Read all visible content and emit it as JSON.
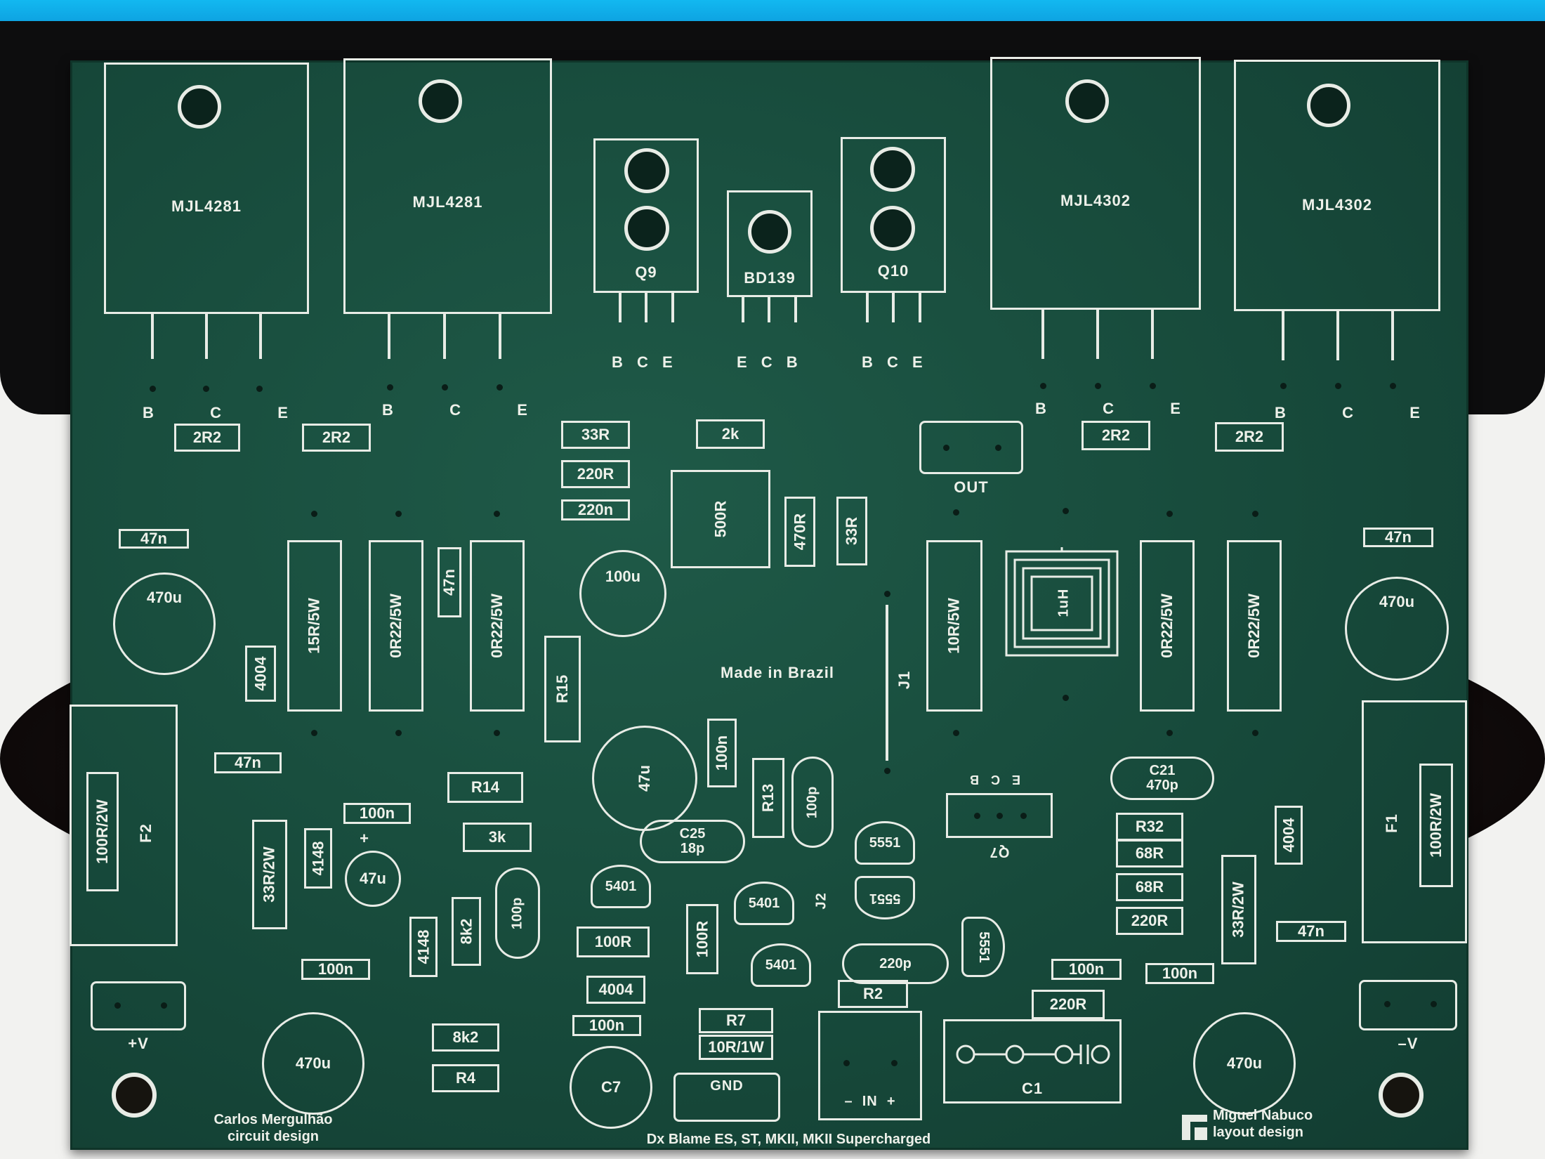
{
  "transistors_large": [
    {
      "part": "MJL4281",
      "pins": "B  C  E"
    },
    {
      "part": "MJL4281",
      "pins": "B  C  E"
    },
    {
      "part": "MJL4302",
      "pins": "B  C  E"
    },
    {
      "part": "MJL4302",
      "pins": "B  C  E"
    }
  ],
  "transistors_small": [
    {
      "ref": "Q9",
      "pins": "B C E"
    },
    {
      "ref": "BD139",
      "pins": "E C B"
    },
    {
      "ref": "Q10",
      "pins": "B C E"
    }
  ],
  "resistors": {
    "r2r2_a": "2R2",
    "r2r2_b": "2R2",
    "r2r2_c": "2R2",
    "r2r2_d": "2R2",
    "r33r_top": "33R",
    "r220r_top": "220R",
    "r2k": "2k",
    "r470r": "470R",
    "r33r_v": "33R",
    "r15r5w": "15R/5W",
    "r0r22_a": "0R22/5W",
    "r0r22_b": "0R22/5W",
    "r10r5w": "10R/5W",
    "r0r22_c": "0R22/5W",
    "r0r22_d": "0R22/5W",
    "r15": "R15",
    "r14": "R14",
    "r3k": "3k",
    "r13": "R13",
    "r100r2w_l": "100R/2W",
    "r100r2w_r": "100R/2W",
    "r33r2w_l": "33R/2W",
    "r33r2w_r": "33R/2W",
    "r8k2_v": "8k2",
    "r100r_h": "100R",
    "r100r_v": "100R",
    "r7": "R7",
    "r10r1w": "10R/1W",
    "r2": "R2",
    "r8k2_h": "8k2",
    "r4": "R4",
    "r32": "R32",
    "r68r_a": "68R",
    "r68r_b": "68R",
    "r220r_a": "220R",
    "r220r_b": "220R"
  },
  "capacitors": {
    "c47n_tl": "47n",
    "c47n_tr": "47n",
    "c47n_v": "47n",
    "c47n_ml": "47n",
    "c47n_mr": "47n",
    "c470u_l": "470u",
    "c470u_r": "470u",
    "c470u_bl": "470u",
    "c470u_br": "470u",
    "c220n": "220n",
    "c100u": "100u",
    "c47u_big": "47u",
    "c47u_small": "47u",
    "c100n_v": "100n",
    "c100n_a": "100n",
    "c100n_b": "100n",
    "c100n_c": "100n",
    "c100n_d": "100n",
    "c100n_e": "100n",
    "c100p_a": "100p",
    "c100p_b": "100p",
    "c25": "C25",
    "c25_val": "18p",
    "c21": "C21",
    "c21_val": "470p",
    "c220p": "220p",
    "c7": "C7",
    "c1": "C1"
  },
  "semis": {
    "d4004_a": "4004",
    "d4004_b": "4004",
    "d4004_c": "4004",
    "d4148_a": "4148",
    "d4148_b": "4148",
    "t5401_a": "5401",
    "t5401_b": "5401",
    "t5401_c": "5401",
    "t5551_a": "5551",
    "t5551_b": "5551",
    "t5551_c": "5551",
    "q7": "Q7",
    "q7_pins": "E C B"
  },
  "misc": {
    "trimmer": "500R",
    "inductor": "1uH",
    "out": "OUT",
    "j1": "J1",
    "j2": "J2",
    "f1": "F1",
    "f2": "F2",
    "vplus": "+V",
    "vminus": "–V",
    "gnd": "GND",
    "in": "–  IN  +",
    "made": "Made in Brazil",
    "credit_left_1": "Carlos Mergulhão",
    "credit_left_2": "circuit design",
    "credit_right_1": "Miguel Nabuco",
    "credit_right_2": "layout design",
    "footer": "Dx Blame ES, ST, MKII, MKII Supercharged",
    "plus": "+"
  }
}
